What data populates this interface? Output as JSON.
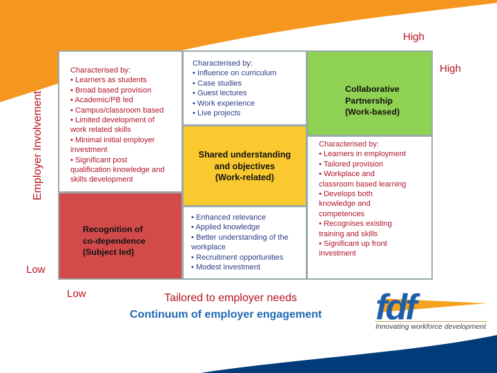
{
  "axes": {
    "y_title": "Employer Involvement",
    "y_low": "Low",
    "y_high": "High",
    "x_low": "Low",
    "x_high": "High",
    "x_title": "Tailored to employer needs"
  },
  "footer": {
    "title": "Continuum of employer engagement"
  },
  "logo": {
    "wordmark": "fdf",
    "tagline": "Innovating workforce development"
  },
  "colors": {
    "orange": "#f5961e",
    "navy": "#003b7a",
    "red_box": "#d24a4a",
    "yellow_box": "#f9c92f",
    "green_box": "#8fd152",
    "axis_text": "#b5121b",
    "footer_blue": "#1f69b0"
  },
  "stages": [
    {
      "title_lines": [
        "Recognition of",
        "co-dependence",
        "(Subject led)"
      ],
      "color": "red",
      "characteristics": [
        "Characterised by:",
        "• Learners as students",
        "• Broad based provision",
        "• Academic/PB led",
        "• Campus/classroom based",
        "• Limited development of",
        "work related skills",
        "• Minimal initial employer",
        "investment",
        "• Significant post",
        "qualification knowledge and",
        "skills development"
      ]
    },
    {
      "title_lines": [
        "Shared understanding",
        "and objectives",
        "(Work-related)"
      ],
      "color": "yellow",
      "characteristics_top": [
        "Characterised by:",
        "• Influence on curriculum",
        "• Case studies",
        "• Guest lectures",
        "• Work experience",
        "• Live projects"
      ],
      "benefits": [
        "• Enhanced relevance",
        "• Applied knowledge",
        "• Better understanding of the",
        "workplace",
        "• Recruitment opportunities",
        "• Modest investment"
      ]
    },
    {
      "title_lines": [
        "Collaborative",
        "Partnership",
        "(Work-based)"
      ],
      "color": "green",
      "characteristics": [
        "Characterised by:",
        "• Learners in employment",
        "• Tailored provision",
        "• Workplace and",
        "classroom based learning",
        "• Develops both",
        "knowledge and",
        "competences",
        "• Recognises existing",
        "training and skills",
        "• Significant up front",
        "investment"
      ]
    }
  ]
}
